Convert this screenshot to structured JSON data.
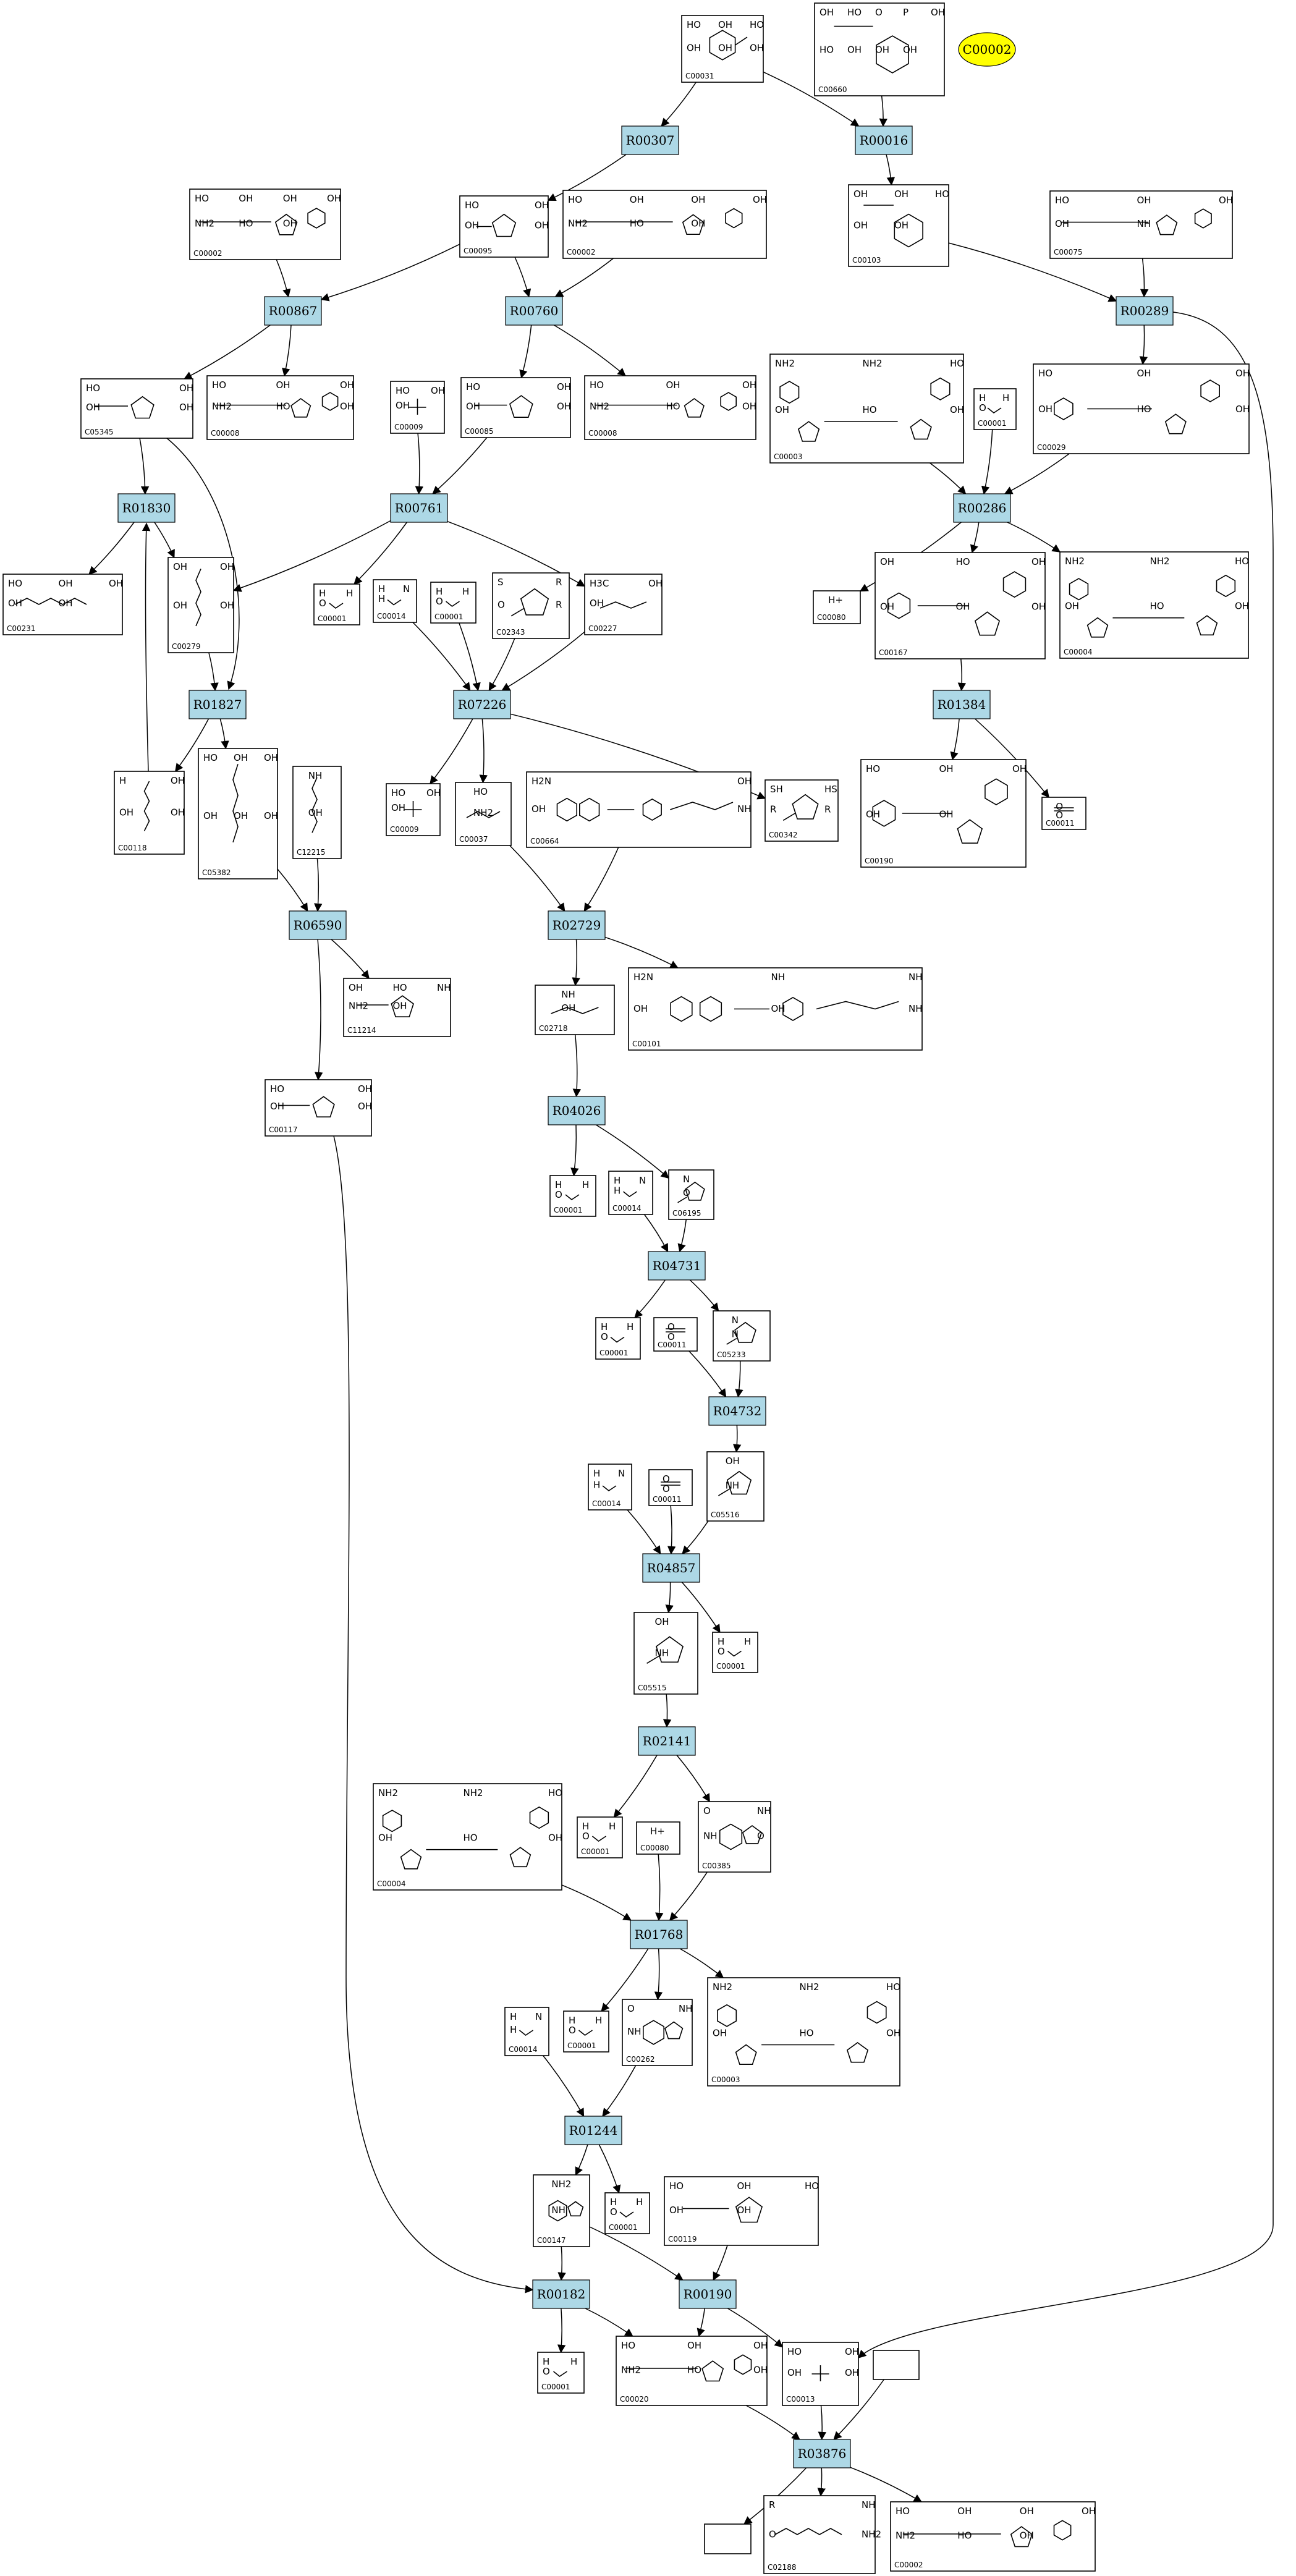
{
  "legend": {
    "label": "C00002",
    "color": "#ffff00"
  },
  "colors": {
    "reaction_fill": "#add8e6",
    "box_stroke": "#000000",
    "edge": "#000000"
  },
  "reactions": [
    {
      "id": "R00307"
    },
    {
      "id": "R00016"
    },
    {
      "id": "R00867"
    },
    {
      "id": "R00760"
    },
    {
      "id": "R00289"
    },
    {
      "id": "R01830"
    },
    {
      "id": "R00761"
    },
    {
      "id": "R00286"
    },
    {
      "id": "R01827"
    },
    {
      "id": "R07226"
    },
    {
      "id": "R01384"
    },
    {
      "id": "R06590"
    },
    {
      "id": "R02729"
    },
    {
      "id": "R04026"
    },
    {
      "id": "R04731"
    },
    {
      "id": "R04732"
    },
    {
      "id": "R04857"
    },
    {
      "id": "R02141"
    },
    {
      "id": "R01768"
    },
    {
      "id": "R01244"
    },
    {
      "id": "R00182"
    },
    {
      "id": "R00190"
    },
    {
      "id": "R03876"
    }
  ],
  "compounds": [
    {
      "key": "n_c00031",
      "label": "C00031",
      "atoms": [
        "HO",
        "OH",
        "HO",
        "OH",
        "OH",
        "OH"
      ],
      "mol": "ring6"
    },
    {
      "key": "n_c00660",
      "label": "C00660",
      "atoms": [
        "OH",
        "HO",
        "O",
        "P",
        "OH",
        "HO",
        "OH",
        "OH",
        "OH"
      ],
      "mol": "ring6p"
    },
    {
      "key": "n_c00002a",
      "label": "C00002",
      "atoms": [
        "HO",
        "OH",
        "OH",
        "OH",
        "NH2",
        "HO",
        "OH"
      ],
      "mol": "ntp"
    },
    {
      "key": "n_c00095",
      "label": "C00095",
      "atoms": [
        "HO",
        "OH",
        "OH",
        "OH"
      ],
      "mol": "ring5"
    },
    {
      "key": "n_c00002b",
      "label": "C00002",
      "atoms": [
        "HO",
        "OH",
        "OH",
        "OH",
        "NH2",
        "HO",
        "OH"
      ],
      "mol": "ntp"
    },
    {
      "key": "n_c00103",
      "label": "C00103",
      "atoms": [
        "OH",
        "OH",
        "HO",
        "OH",
        "OH"
      ],
      "mol": "ring6p"
    },
    {
      "key": "n_c00075",
      "label": "C00075",
      "atoms": [
        "HO",
        "OH",
        "OH",
        "OH",
        "NH"
      ],
      "mol": "ntp"
    },
    {
      "key": "n_c05345",
      "label": "C05345",
      "atoms": [
        "HO",
        "OH",
        "OH",
        "OH"
      ],
      "mol": "ring5p"
    },
    {
      "key": "n_c00008a",
      "label": "C00008",
      "atoms": [
        "HO",
        "OH",
        "OH",
        "NH2",
        "HO",
        "OH"
      ],
      "mol": "ntp"
    },
    {
      "key": "n_c00009a",
      "label": "C00009",
      "atoms": [
        "HO",
        "OH",
        "OH"
      ],
      "mol": "phos"
    },
    {
      "key": "n_c00085",
      "label": "C00085",
      "atoms": [
        "HO",
        "OH",
        "OH",
        "OH"
      ],
      "mol": "ring5p"
    },
    {
      "key": "n_c00008b",
      "label": "C00008",
      "atoms": [
        "HO",
        "OH",
        "OH",
        "NH2",
        "HO",
        "OH"
      ],
      "mol": "ntp"
    },
    {
      "key": "n_c00003",
      "label": "C00003",
      "atoms": [
        "NH2",
        "NH2",
        "HO",
        "OH",
        "HO",
        "OH"
      ],
      "mol": "nad"
    },
    {
      "key": "n_c00001a",
      "label": "C00001",
      "atoms": [
        "H",
        "H",
        "O"
      ],
      "mol": "water"
    },
    {
      "key": "n_c00029",
      "label": "C00029",
      "atoms": [
        "HO",
        "OH",
        "OH",
        "OH",
        "HO",
        "OH"
      ],
      "mol": "udpsugar"
    },
    {
      "key": "n_c00231",
      "label": "C00231",
      "atoms": [
        "HO",
        "OH",
        "OH",
        "OH",
        "OH"
      ],
      "mol": "chain"
    },
    {
      "key": "n_c00279",
      "label": "C00279",
      "atoms": [
        "OH",
        "OH",
        "OH",
        "OH"
      ],
      "mol": "chainv"
    },
    {
      "key": "n_c00001b",
      "label": "C00001",
      "atoms": [
        "H",
        "H",
        "O"
      ],
      "mol": "water"
    },
    {
      "key": "n_c00014a",
      "label": "C00014",
      "atoms": [
        "H",
        "N",
        "H"
      ],
      "mol": "water"
    },
    {
      "key": "n_c00001c",
      "label": "C00001",
      "atoms": [
        "H",
        "H",
        "O"
      ],
      "mol": "water"
    },
    {
      "key": "n_c02343",
      "label": "C02343",
      "atoms": [
        "S",
        "R",
        "O",
        "R"
      ],
      "mol": "ringsmall"
    },
    {
      "key": "n_c00227",
      "label": "C00227",
      "atoms": [
        "H3C",
        "OH",
        "OH"
      ],
      "mol": "acetyl"
    },
    {
      "key": "n_c00080a",
      "label": "C00080",
      "atoms": [
        "H+"
      ],
      "mol": "ion"
    },
    {
      "key": "n_c00167",
      "label": "C00167",
      "atoms": [
        "OH",
        "HO",
        "OH",
        "OH",
        "OH",
        "OH"
      ],
      "mol": "udpsugar"
    },
    {
      "key": "n_c00004a",
      "label": "C00004",
      "atoms": [
        "NH2",
        "NH2",
        "HO",
        "OH",
        "HO",
        "OH"
      ],
      "mol": "nad"
    },
    {
      "key": "n_c00118",
      "label": "C00118",
      "atoms": [
        "H",
        "OH",
        "OH",
        "OH"
      ],
      "mol": "chainv"
    },
    {
      "key": "n_c05382",
      "label": "C05382",
      "atoms": [
        "HO",
        "OH",
        "OH",
        "OH",
        "OH",
        "OH"
      ],
      "mol": "chainv"
    },
    {
      "key": "n_c12215",
      "label": "C12215",
      "atoms": [
        "NH",
        "OH"
      ],
      "mol": "chainv"
    },
    {
      "key": "n_c00009b",
      "label": "C00009",
      "atoms": [
        "HO",
        "OH",
        "OH"
      ],
      "mol": "phos"
    },
    {
      "key": "n_c00037",
      "label": "C00037",
      "atoms": [
        "HO",
        "NH2"
      ],
      "mol": "acetyl"
    },
    {
      "key": "n_c00664",
      "label": "C00664",
      "atoms": [
        "H2N",
        "OH",
        "OH",
        "NH"
      ],
      "mol": "folate"
    },
    {
      "key": "n_c00342",
      "label": "C00342",
      "atoms": [
        "SH",
        "HS",
        "R",
        "R"
      ],
      "mol": "ringsmall"
    },
    {
      "key": "n_c00190",
      "label": "C00190",
      "atoms": [
        "HO",
        "OH",
        "OH",
        "OH",
        "OH"
      ],
      "mol": "udpsugar"
    },
    {
      "key": "n_c00011a",
      "label": "C00011",
      "atoms": [
        "O",
        "O"
      ],
      "mol": "co2"
    },
    {
      "key": "n_c11214",
      "label": "C11214",
      "atoms": [
        "OH",
        "HO",
        "NH",
        "NH2",
        "OH"
      ],
      "mol": "ring5p"
    },
    {
      "key": "n_c00117",
      "label": "C00117",
      "atoms": [
        "HO",
        "OH",
        "OH",
        "OH"
      ],
      "mol": "ring5p"
    },
    {
      "key": "n_c02718",
      "label": "C02718",
      "atoms": [
        "NH",
        "OH"
      ],
      "mol": "acetyl"
    },
    {
      "key": "n_c00101",
      "label": "C00101",
      "atoms": [
        "H2N",
        "NH",
        "NH",
        "OH",
        "OH",
        "NH"
      ],
      "mol": "folate"
    },
    {
      "key": "n_c00001d",
      "label": "C00001",
      "atoms": [
        "H",
        "H",
        "O"
      ],
      "mol": "water"
    },
    {
      "key": "n_c00014b",
      "label": "C00014",
      "atoms": [
        "H",
        "N",
        "H"
      ],
      "mol": "water"
    },
    {
      "key": "n_c06195",
      "label": "C06195",
      "atoms": [
        "N",
        "O"
      ],
      "mol": "ringsmall"
    },
    {
      "key": "n_c00001e",
      "label": "C00001",
      "atoms": [
        "H",
        "H",
        "O"
      ],
      "mol": "water"
    },
    {
      "key": "n_c00011b",
      "label": "C00011",
      "atoms": [
        "O",
        "O"
      ],
      "mol": "co2"
    },
    {
      "key": "n_c05233",
      "label": "C05233",
      "atoms": [
        "N",
        "N"
      ],
      "mol": "ringsmall"
    },
    {
      "key": "n_c00014c",
      "label": "C00014",
      "atoms": [
        "H",
        "N",
        "H"
      ],
      "mol": "water"
    },
    {
      "key": "n_c00011c",
      "label": "C00011",
      "atoms": [
        "O",
        "O"
      ],
      "mol": "co2"
    },
    {
      "key": "n_c05516",
      "label": "C05516",
      "atoms": [
        "OH",
        "NH"
      ],
      "mol": "ringsmall"
    },
    {
      "key": "n_c05515",
      "label": "C05515",
      "atoms": [
        "OH",
        "NH"
      ],
      "mol": "ringsmall"
    },
    {
      "key": "n_c00001f",
      "label": "C00001",
      "atoms": [
        "H",
        "H",
        "O"
      ],
      "mol": "water"
    },
    {
      "key": "n_c00004b",
      "label": "C00004",
      "atoms": [
        "NH2",
        "NH2",
        "HO",
        "OH",
        "HO",
        "OH"
      ],
      "mol": "nad"
    },
    {
      "key": "n_c00001g",
      "label": "C00001",
      "atoms": [
        "H",
        "H",
        "O"
      ],
      "mol": "water"
    },
    {
      "key": "n_c00080b",
      "label": "C00080",
      "atoms": [
        "H+"
      ],
      "mol": "ion"
    },
    {
      "key": "n_c00385",
      "label": "C00385",
      "atoms": [
        "O",
        "NH",
        "NH",
        "O"
      ],
      "mol": "purine"
    },
    {
      "key": "n_c00014d",
      "label": "C00014",
      "atoms": [
        "H",
        "N",
        "H"
      ],
      "mol": "water"
    },
    {
      "key": "n_c00001h",
      "label": "C00001",
      "atoms": [
        "H",
        "H",
        "O"
      ],
      "mol": "water"
    },
    {
      "key": "n_c00262",
      "label": "C00262",
      "atoms": [
        "O",
        "NH",
        "NH"
      ],
      "mol": "purine"
    },
    {
      "key": "n_c00003b",
      "label": "C00003",
      "atoms": [
        "NH2",
        "NH2",
        "HO",
        "OH",
        "HO",
        "OH"
      ],
      "mol": "nad"
    },
    {
      "key": "n_c00147",
      "label": "C00147",
      "atoms": [
        "NH2",
        "NH"
      ],
      "mol": "purine"
    },
    {
      "key": "n_c00001i",
      "label": "C00001",
      "atoms": [
        "H",
        "H",
        "O"
      ],
      "mol": "water"
    },
    {
      "key": "n_c00119",
      "label": "C00119",
      "atoms": [
        "HO",
        "OH",
        "HO",
        "OH",
        "OH"
      ],
      "mol": "ring5p"
    },
    {
      "key": "n_c00001j",
      "label": "C00001",
      "atoms": [
        "H",
        "H",
        "O"
      ],
      "mol": "water"
    },
    {
      "key": "n_c00020",
      "label": "C00020",
      "atoms": [
        "HO",
        "OH",
        "OH",
        "NH2",
        "HO",
        "OH"
      ],
      "mol": "ntp"
    },
    {
      "key": "n_c00013",
      "label": "C00013",
      "atoms": [
        "HO",
        "OH",
        "OH",
        "OH"
      ],
      "mol": "phos"
    },
    {
      "key": "n_blank1",
      "label": "",
      "atoms": [],
      "mol": "none"
    },
    {
      "key": "n_blank2",
      "label": "",
      "atoms": [],
      "mol": "none"
    },
    {
      "key": "n_c02188",
      "label": "C02188",
      "atoms": [
        "R",
        "NH",
        "O",
        "NH2"
      ],
      "mol": "chain"
    },
    {
      "key": "n_c00002c",
      "label": "C00002",
      "atoms": [
        "HO",
        "OH",
        "OH",
        "OH",
        "NH2",
        "HO",
        "OH"
      ],
      "mol": "ntp"
    }
  ],
  "edges": [
    [
      "n_c00031",
      "r_R00307"
    ],
    [
      "n_c00031",
      "r_R00016"
    ],
    [
      "n_c00660",
      "r_R00016"
    ],
    [
      "r_R00307",
      "n_c00095"
    ],
    [
      "r_R00016",
      "n_c00103"
    ],
    [
      "n_c00002a",
      "r_R00867"
    ],
    [
      "n_c00095",
      "r_R00867"
    ],
    [
      "n_c00095",
      "r_R00760"
    ],
    [
      "n_c00002b",
      "r_R00760"
    ],
    [
      "n_c00103",
      "r_R00289"
    ],
    [
      "n_c00075",
      "r_R00289"
    ],
    [
      "r_R00867",
      "n_c05345"
    ],
    [
      "r_R00867",
      "n_c00008a"
    ],
    [
      "r_R00760",
      "n_c00085"
    ],
    [
      "r_R00760",
      "n_c00008b"
    ],
    [
      "r_R00289",
      "n_c00029"
    ],
    [
      "r_R00289",
      "n_c00013"
    ],
    [
      "n_c05345",
      "r_R01830"
    ],
    [
      "n_c05345",
      "r_R01827"
    ],
    [
      "n_c00009a",
      "r_R00761"
    ],
    [
      "n_c00085",
      "r_R00761"
    ],
    [
      "n_c00003",
      "r_R00286"
    ],
    [
      "n_c00001a",
      "r_R00286"
    ],
    [
      "n_c00029",
      "r_R00286"
    ],
    [
      "r_R01830",
      "n_c00231"
    ],
    [
      "r_R01830",
      "n_c00279"
    ],
    [
      "r_R00761",
      "n_c00279"
    ],
    [
      "r_R00761",
      "n_c00001b"
    ],
    [
      "r_R00761",
      "n_c00227"
    ],
    [
      "r_R00286",
      "n_c00080a"
    ],
    [
      "r_R00286",
      "n_c00167"
    ],
    [
      "r_R00286",
      "n_c00004a"
    ],
    [
      "n_c00279",
      "r_R01827"
    ],
    [
      "n_c00014a",
      "r_R07226"
    ],
    [
      "n_c00001c",
      "r_R07226"
    ],
    [
      "n_c02343",
      "r_R07226"
    ],
    [
      "n_c00227",
      "r_R07226"
    ],
    [
      "n_c00167",
      "r_R01384"
    ],
    [
      "r_R01827",
      "n_c00118"
    ],
    [
      "r_R01827",
      "n_c05382"
    ],
    [
      "n_c00118",
      "r_R01830"
    ],
    [
      "r_R07226",
      "n_c00009b"
    ],
    [
      "r_R07226",
      "n_c00037"
    ],
    [
      "r_R07226",
      "n_c00342"
    ],
    [
      "r_R01384",
      "n_c00190"
    ],
    [
      "r_R01384",
      "n_c00011a"
    ],
    [
      "n_c05382",
      "r_R06590"
    ],
    [
      "n_c12215",
      "r_R06590"
    ],
    [
      "n_c00037",
      "r_R02729"
    ],
    [
      "n_c00664",
      "r_R02729"
    ],
    [
      "r_R06590",
      "n_c11214"
    ],
    [
      "r_R06590",
      "n_c00117"
    ],
    [
      "r_R02729",
      "n_c02718"
    ],
    [
      "r_R02729",
      "n_c00101"
    ],
    [
      "n_c02718",
      "r_R04026"
    ],
    [
      "r_R04026",
      "n_c00001d"
    ],
    [
      "r_R04026",
      "n_c06195"
    ],
    [
      "n_c00014b",
      "r_R04731"
    ],
    [
      "n_c06195",
      "r_R04731"
    ],
    [
      "r_R04731",
      "n_c00001e"
    ],
    [
      "r_R04731",
      "n_c05233"
    ],
    [
      "n_c00011b",
      "r_R04732"
    ],
    [
      "n_c05233",
      "r_R04732"
    ],
    [
      "r_R04732",
      "n_c05516"
    ],
    [
      "n_c00014c",
      "r_R04857"
    ],
    [
      "n_c00011c",
      "r_R04857"
    ],
    [
      "n_c05516",
      "r_R04857"
    ],
    [
      "r_R04857",
      "n_c05515"
    ],
    [
      "r_R04857",
      "n_c00001f"
    ],
    [
      "n_c05515",
      "r_R02141"
    ],
    [
      "r_R02141",
      "n_c00001g"
    ],
    [
      "r_R02141",
      "n_c00385"
    ],
    [
      "n_c00004b",
      "r_R01768"
    ],
    [
      "n_c00080b",
      "r_R01768"
    ],
    [
      "n_c00385",
      "r_R01768"
    ],
    [
      "r_R01768",
      "n_c00001h"
    ],
    [
      "r_R01768",
      "n_c00262"
    ],
    [
      "r_R01768",
      "n_c00003b"
    ],
    [
      "n_c00014d",
      "r_R01244"
    ],
    [
      "n_c00262",
      "r_R01244"
    ],
    [
      "r_R01244",
      "n_c00147"
    ],
    [
      "r_R01244",
      "n_c00001i"
    ],
    [
      "n_c00117",
      "r_R00182"
    ],
    [
      "n_c00147",
      "r_R00182"
    ],
    [
      "n_c00147",
      "r_R00190"
    ],
    [
      "n_c00119",
      "r_R00190"
    ],
    [
      "r_R00182",
      "n_c00001j"
    ],
    [
      "r_R00182",
      "n_c00020"
    ],
    [
      "r_R00190",
      "n_c00020"
    ],
    [
      "r_R00190",
      "n_c00013"
    ],
    [
      "n_c00020",
      "r_R03876"
    ],
    [
      "n_c00013",
      "r_R03876"
    ],
    [
      "n_blank1",
      "r_R03876"
    ],
    [
      "r_R03876",
      "n_blank2"
    ],
    [
      "r_R03876",
      "n_c02188"
    ],
    [
      "r_R03876",
      "n_c00002c"
    ]
  ]
}
